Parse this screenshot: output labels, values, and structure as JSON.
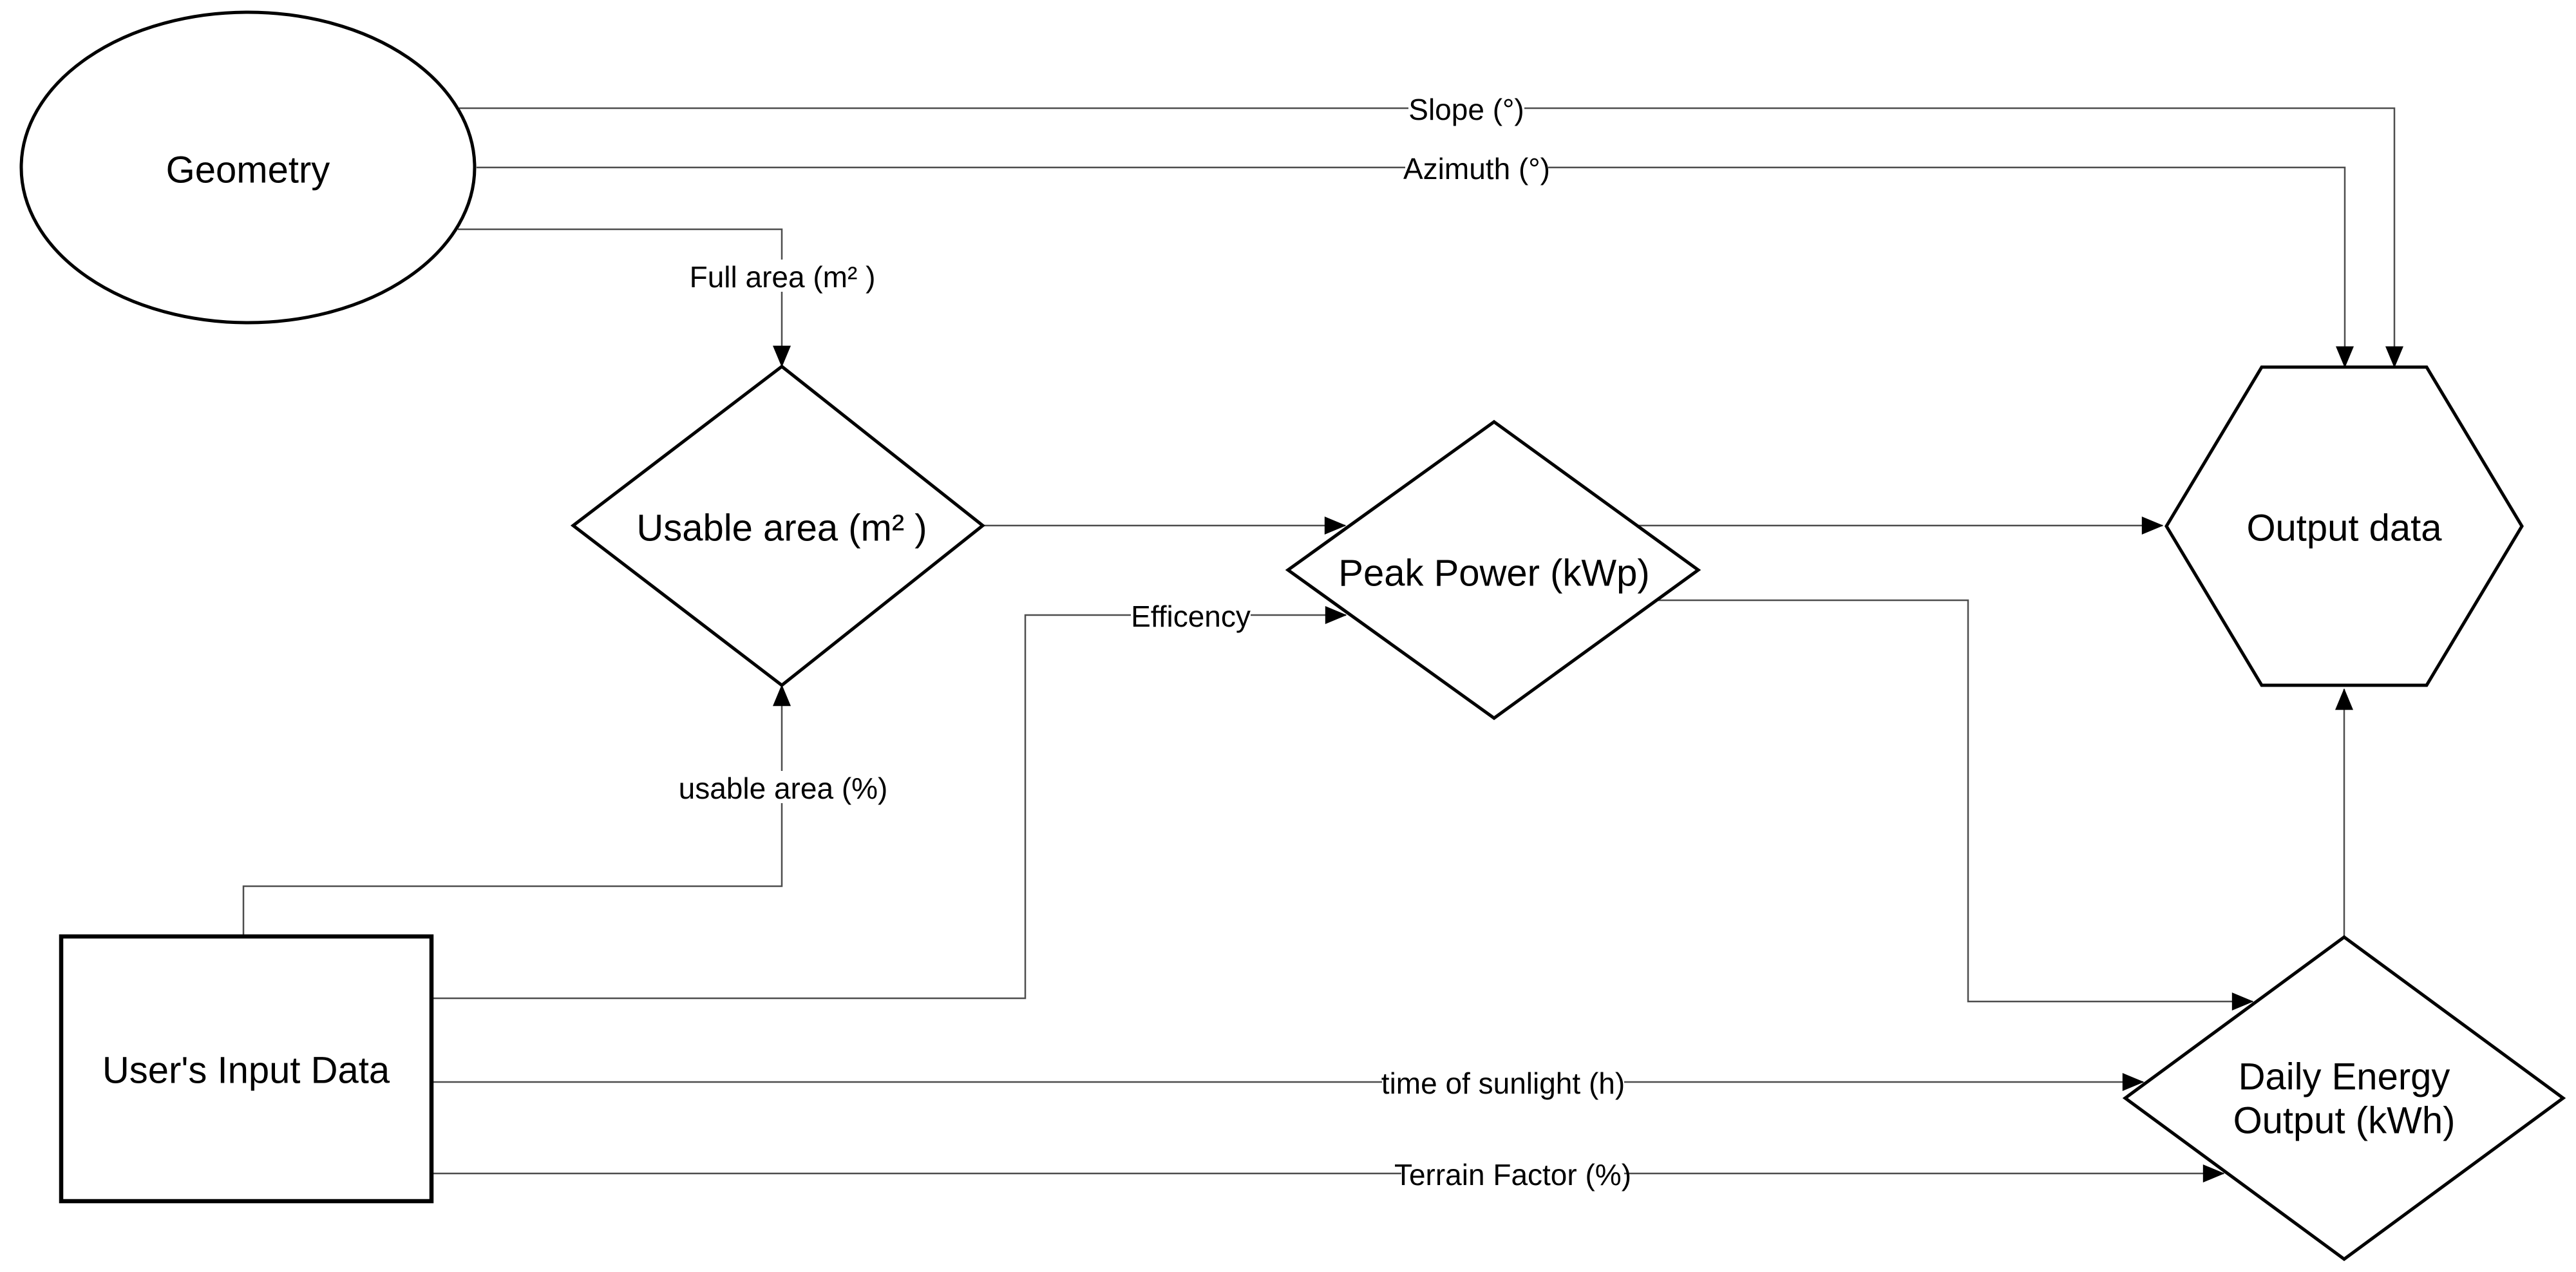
{
  "diagram": {
    "type": "flowchart",
    "colors": {
      "background": "#ffffff",
      "shape_fill": "#ffffff",
      "shape_stroke": "#000000",
      "connector": "#4d4d4d",
      "arrowhead": "#000000",
      "text": "#000000"
    },
    "nodes": {
      "geometry": {
        "label": "Geometry",
        "shape": "ellipse"
      },
      "usable_area": {
        "label": "Usable area (m² )",
        "shape": "diamond"
      },
      "peak_power": {
        "label": "Peak Power (kWp)",
        "shape": "diamond"
      },
      "output_data": {
        "label": "Output data",
        "shape": "hexagon"
      },
      "users_input_data": {
        "label": "User's Input Data",
        "shape": "rectangle"
      },
      "daily_energy_output": {
        "label": "Daily Energy Output (kWh)",
        "label_line1": "Daily Energy",
        "label_line2": "Output (kWh)",
        "shape": "diamond"
      }
    },
    "edges": [
      {
        "from": "geometry",
        "to": "output_data",
        "label": "Slope (°)"
      },
      {
        "from": "geometry",
        "to": "output_data",
        "label": "Azimuth (°)"
      },
      {
        "from": "geometry",
        "to": "usable_area",
        "label": "Full area (m² )"
      },
      {
        "from": "users_input_data",
        "to": "usable_area",
        "label": "usable area (%)"
      },
      {
        "from": "users_input_data",
        "to": "peak_power",
        "label": "Efficency"
      },
      {
        "from": "usable_area",
        "to": "peak_power",
        "label": ""
      },
      {
        "from": "peak_power",
        "to": "output_data",
        "label": ""
      },
      {
        "from": "peak_power",
        "to": "daily_energy_output",
        "label": ""
      },
      {
        "from": "users_input_data",
        "to": "daily_energy_output",
        "label": "time of sunlight (h)"
      },
      {
        "from": "users_input_data",
        "to": "daily_energy_output",
        "label": "Terrain Factor (%)"
      },
      {
        "from": "daily_energy_output",
        "to": "output_data",
        "label": ""
      }
    ]
  }
}
